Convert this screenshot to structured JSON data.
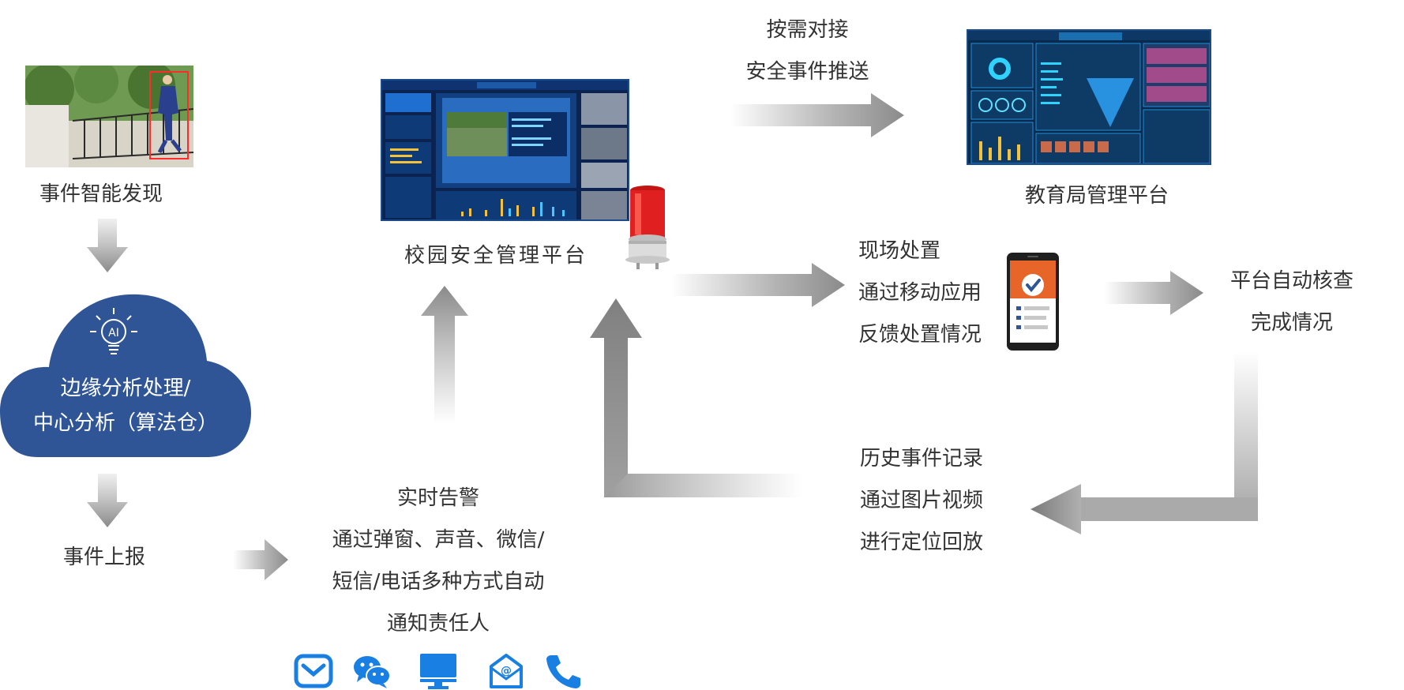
{
  "labels": {
    "event_discovery": "事件智能发现",
    "edge_analysis": [
      "边缘分析处理/",
      "中心分析（算法仓）"
    ],
    "event_report": "事件上报",
    "realtime_alarm": [
      "实时告警",
      "通过弹窗、声音、微信/",
      "短信/电话多种方式自动",
      "通知责任人"
    ],
    "campus_platform": "校园安全管理平台",
    "on_demand_push": [
      "按需对接",
      "安全事件推送"
    ],
    "edu_platform": "教育局管理平台",
    "onsite_handling": [
      "现场处置",
      "通过移动应用",
      "反馈处置情况"
    ],
    "auto_check": [
      "平台自动核查",
      "完成情况"
    ],
    "history_record": [
      "历史事件记录",
      "通过图片视频",
      "进行定位回放"
    ]
  },
  "icons": [
    "ai-bulb-icon",
    "mail-icon",
    "wechat-icon",
    "monitor-icon",
    "envelope-at-icon",
    "phone-icon"
  ],
  "colors": {
    "cloud": "#2f5596",
    "icon_blue": "#1a7fe3",
    "arrow_gray": "#888888",
    "screen_bg": "#0b2a55",
    "siren_red": "#e02020"
  }
}
